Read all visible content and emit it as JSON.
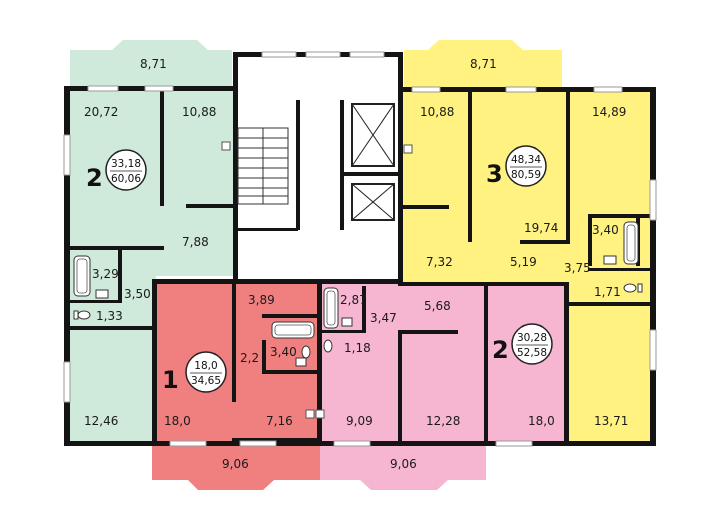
{
  "colors": {
    "green": "#cfe9db",
    "yellow": "#fff280",
    "red": "#f08080",
    "pink": "#f6b6d2",
    "white": "#ffffff",
    "wall": "#141414"
  },
  "apartments": [
    {
      "id": "green",
      "number": "2",
      "living_area": "33,18",
      "total_area": "60,06"
    },
    {
      "id": "yellow",
      "number": "3",
      "living_area": "48,34",
      "total_area": "80,59"
    },
    {
      "id": "red",
      "number": "1",
      "living_area": "18,0",
      "total_area": "34,65"
    },
    {
      "id": "pink",
      "number": "2",
      "living_area": "30,28",
      "total_area": "52,58"
    }
  ],
  "areas": {
    "green_balcony": "8,71",
    "green_room_left": "20,72",
    "green_room_right": "10,88",
    "green_hall": "7,88",
    "green_bath": "3,29",
    "green_corridor": "3,50",
    "green_wc": "1,33",
    "green_kitchen": "12,46",
    "yellow_balcony": "8,71",
    "yellow_room_a": "10,88",
    "yellow_room_c": "14,89",
    "yellow_room_b": "19,74",
    "yellow_bath": "3,40",
    "yellow_hall": "7,32",
    "yellow_corridor": "5,19",
    "yellow_corridor2": "3,75",
    "yellow_wc": "1,71",
    "yellow_kitchen": "13,71",
    "red_hall": "3,89",
    "red_corridor": "2,2",
    "red_bath": "3,40",
    "red_room": "18,0",
    "red_kitchen": "7,16",
    "red_balcony": "9,06",
    "pink_bath": "2,87",
    "pink_hall": "3,47",
    "pink_wc": "1,18",
    "pink_corridor": "5,68",
    "pink_kitchen": "9,09",
    "pink_room_mid": "12,28",
    "pink_room_right": "18,0",
    "pink_balcony": "9,06"
  }
}
